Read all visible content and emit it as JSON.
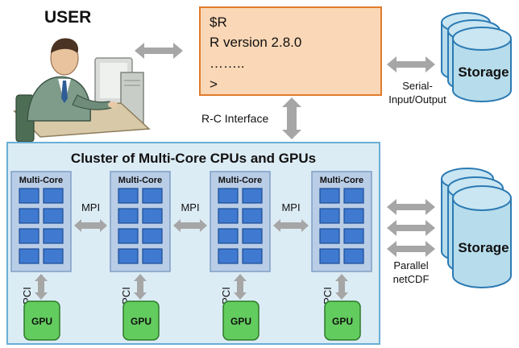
{
  "user": {
    "label": "USER"
  },
  "console": {
    "lines": [
      "$R",
      "R version 2.8.0",
      "……..",
      ">"
    ]
  },
  "interfaces": {
    "r_c": "R-C Interface",
    "serial": [
      "Serial-",
      "Input/Output"
    ],
    "parallel": [
      "Parallel",
      "netCDF"
    ]
  },
  "storage": {
    "top_label": "Storage",
    "bottom_label": "Storage"
  },
  "cluster": {
    "title": "Cluster of Multi-Core CPUs and GPUs",
    "nodes": [
      {
        "label": "Multi-Core",
        "gpu": "GPU",
        "pci": "PCI"
      },
      {
        "label": "Multi-Core",
        "gpu": "GPU",
        "pci": "PCI"
      },
      {
        "label": "Multi-Core",
        "gpu": "GPU",
        "pci": "PCI"
      },
      {
        "label": "Multi-Core",
        "gpu": "GPU",
        "pci": "PCI"
      }
    ],
    "links": [
      "MPI",
      "MPI",
      "MPI"
    ]
  },
  "colors": {
    "console_fill": "#fad7b6",
    "console_border": "#e07b2a",
    "cluster_fill": "#dcecf5",
    "cluster_border": "#6aaed6",
    "node_fill": "#b9cde6",
    "core_fill": "#3f7ad0",
    "gpu_fill": "#63cc5e",
    "arrow": "#a6a6a6",
    "storage_fill": "#b7dceb",
    "storage_border": "#2b7ab3"
  }
}
